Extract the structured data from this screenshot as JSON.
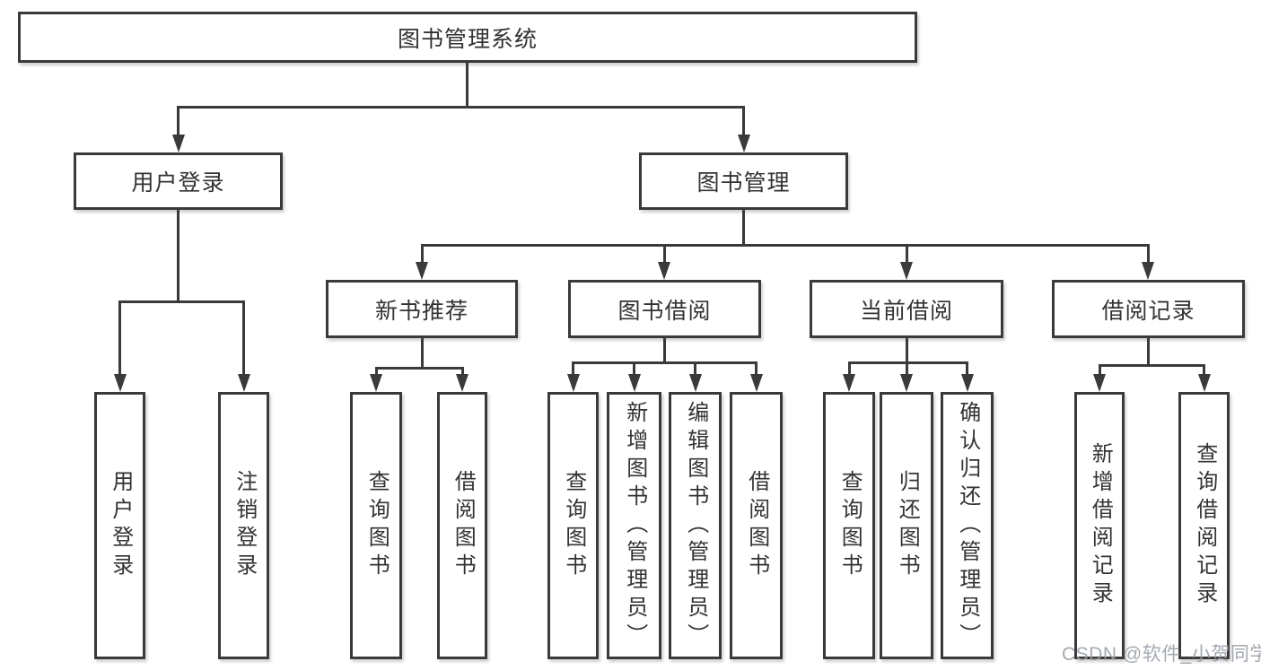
{
  "diagram": {
    "title": "图书管理系统",
    "nodes": {
      "root": "图书管理系统",
      "user_login": "用户登录",
      "book_mgmt": "图书管理",
      "new_book_rec": "新书推荐",
      "book_borrow": "图书借阅",
      "current_borrow": "当前借阅",
      "borrow_record": "借阅记录"
    },
    "leaves": {
      "user_login": [
        "用户登录",
        "注销登录"
      ],
      "new_book_rec": [
        "查询图书",
        "借阅图书"
      ],
      "book_borrow": [
        "查询图书",
        "新增图书（管理员）",
        "编辑图书（管理员）",
        "借阅图书"
      ],
      "current_borrow": [
        "查询图书",
        "归还图书",
        "确认归还（管理员）"
      ],
      "borrow_record": [
        "新增借阅记录",
        "查询借阅记录"
      ]
    }
  },
  "watermark": "CSDN @软件_小贺同学",
  "colors": {
    "line": "#3a3a3a",
    "text": "#333333",
    "watermark": "#9aa0a8",
    "background": "#ffffff"
  }
}
